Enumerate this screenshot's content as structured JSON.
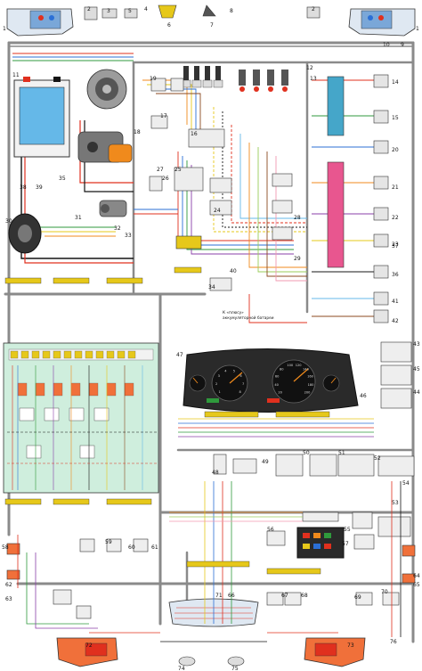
{
  "diagram": {
    "component_numbers": [
      {
        "id": "n1l",
        "text": "1"
      },
      {
        "id": "n1r",
        "text": "1"
      },
      {
        "id": "n2l",
        "text": "2"
      },
      {
        "id": "n2r",
        "text": "2"
      },
      {
        "id": "n3",
        "text": "3"
      },
      {
        "id": "n4",
        "text": "4"
      },
      {
        "id": "n5",
        "text": "5"
      },
      {
        "id": "n6",
        "text": "6"
      },
      {
        "id": "n7",
        "text": "7"
      },
      {
        "id": "n8",
        "text": "8"
      },
      {
        "id": "n9",
        "text": "9"
      },
      {
        "id": "n10",
        "text": "10"
      },
      {
        "id": "n11",
        "text": "11"
      },
      {
        "id": "n12",
        "text": "12"
      },
      {
        "id": "n13",
        "text": "13"
      },
      {
        "id": "n14",
        "text": "14"
      },
      {
        "id": "n15",
        "text": "15"
      },
      {
        "id": "n16",
        "text": "16"
      },
      {
        "id": "n17",
        "text": "17"
      },
      {
        "id": "n18",
        "text": "18"
      },
      {
        "id": "n19",
        "text": "19"
      },
      {
        "id": "n20",
        "text": "20"
      },
      {
        "id": "n21",
        "text": "21"
      },
      {
        "id": "n22",
        "text": "22"
      },
      {
        "id": "n23",
        "text": "23"
      },
      {
        "id": "n24",
        "text": "24"
      },
      {
        "id": "n25",
        "text": "25"
      },
      {
        "id": "n26",
        "text": "26"
      },
      {
        "id": "n27",
        "text": "27"
      },
      {
        "id": "n28",
        "text": "28"
      },
      {
        "id": "n29",
        "text": "29"
      },
      {
        "id": "n30",
        "text": "30"
      },
      {
        "id": "n31",
        "text": "31"
      },
      {
        "id": "n32",
        "text": "32"
      },
      {
        "id": "n33",
        "text": "33"
      },
      {
        "id": "n34",
        "text": "34"
      },
      {
        "id": "n35",
        "text": "35"
      },
      {
        "id": "n36",
        "text": "36"
      },
      {
        "id": "n37",
        "text": "37"
      },
      {
        "id": "n38",
        "text": "38"
      },
      {
        "id": "n39",
        "text": "39"
      },
      {
        "id": "n40",
        "text": "40"
      },
      {
        "id": "n41",
        "text": "41"
      },
      {
        "id": "n42",
        "text": "42"
      },
      {
        "id": "n43",
        "text": "43"
      },
      {
        "id": "n44",
        "text": "44"
      },
      {
        "id": "n45",
        "text": "45"
      },
      {
        "id": "n46",
        "text": "46"
      },
      {
        "id": "n47",
        "text": "47"
      },
      {
        "id": "n48",
        "text": "48"
      },
      {
        "id": "n49",
        "text": "49"
      },
      {
        "id": "n50",
        "text": "50"
      },
      {
        "id": "n51",
        "text": "51"
      },
      {
        "id": "n52",
        "text": "52"
      },
      {
        "id": "n53",
        "text": "53"
      },
      {
        "id": "n54",
        "text": "54"
      },
      {
        "id": "n55",
        "text": "55"
      },
      {
        "id": "n56",
        "text": "56"
      },
      {
        "id": "n57",
        "text": "57"
      },
      {
        "id": "n58",
        "text": "58"
      },
      {
        "id": "n59",
        "text": "59"
      },
      {
        "id": "n60",
        "text": "60"
      },
      {
        "id": "n61",
        "text": "61"
      },
      {
        "id": "n62",
        "text": "62"
      },
      {
        "id": "n63",
        "text": "63"
      },
      {
        "id": "n64",
        "text": "64"
      },
      {
        "id": "n65",
        "text": "65"
      },
      {
        "id": "n66",
        "text": "66"
      },
      {
        "id": "n67",
        "text": "67"
      },
      {
        "id": "n68",
        "text": "68"
      },
      {
        "id": "n69",
        "text": "69"
      },
      {
        "id": "n70",
        "text": "70"
      },
      {
        "id": "n71",
        "text": "71"
      },
      {
        "id": "n72",
        "text": "72"
      },
      {
        "id": "n73",
        "text": "73"
      },
      {
        "id": "n74",
        "text": "74"
      },
      {
        "id": "n75",
        "text": "75"
      },
      {
        "id": "n76",
        "text": "76"
      }
    ],
    "battery_note_line1": "К «плюсу»",
    "battery_note_line2": "аккумуляторной батареи",
    "gauge_scale": [
      "20",
      "40",
      "60",
      "80",
      "100",
      "120",
      "140",
      "160",
      "180",
      "200"
    ],
    "tacho_scale": [
      "1",
      "2",
      "3",
      "4",
      "5",
      "6",
      "7",
      "8"
    ],
    "wire_colors": {
      "grey": "#8a8a8a",
      "black": "#141414",
      "red": "#e0301e",
      "orange": "#f08a1c",
      "yellow": "#e6c81a",
      "green": "#2f9a3c",
      "lightgreen": "#9acd5a",
      "blue": "#2b6fd6",
      "lightblue": "#65b8e8",
      "brown": "#8b4a1f",
      "pink": "#f09ab2",
      "violet": "#8a3fa8",
      "white": "#f2f2f2"
    },
    "fuse_block_color": "#cfeedd",
    "ecu_block_color": "#45a6c9",
    "connector_block_color": "#e8568f",
    "headlamp_color": "#7aa7d8",
    "taillamp_color": "#f0703a"
  }
}
